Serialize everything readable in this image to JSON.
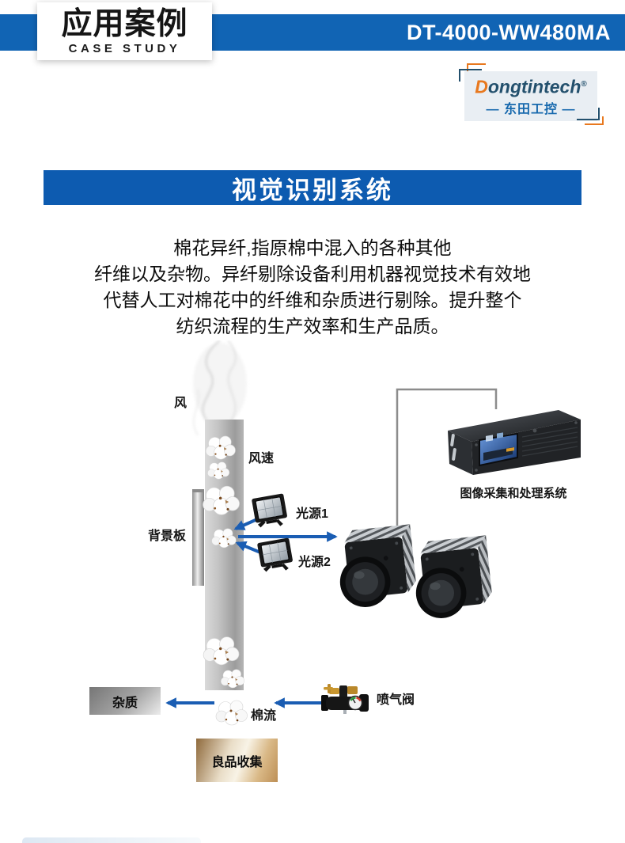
{
  "header": {
    "badge_title": "应用案例",
    "badge_subtitle": "CASE STUDY",
    "model": "DT-4000-WW480MA"
  },
  "logo": {
    "brand_initial": "D",
    "brand_rest": "ongtintech",
    "registered": "®",
    "brand_cn": "— 东田工控 —"
  },
  "section": {
    "title": "视觉识别系统"
  },
  "description": {
    "lines": [
      "棉花异纤,指原棉中混入的各种其他",
      "纤维以及杂物。异纤剔除设备利用机器视觉技术有效地",
      "代替人工对棉花中的纤维和杂质进行剔除。提升整个",
      "纺织流程的生产效率和生产品质。"
    ]
  },
  "diagram": {
    "labels": {
      "wind": "风",
      "wind_speed": "风速",
      "background_board": "背景板",
      "light_source_1": "光源1",
      "light_source_2": "光源2",
      "processing_system": "图像采集和处理系统",
      "impurities": "杂质",
      "cotton_flow": "棉流",
      "jet_valve": "喷气阀",
      "good_product_collection": "良品收集"
    },
    "icons": {
      "smoke": "smoke-wisp",
      "cotton": "cotton-ball",
      "floodlight": "led-floodlight",
      "camera": "industrial-camera",
      "server": "rack-ipc-server",
      "valve": "pneumatic-jet-valve"
    }
  },
  "colors": {
    "header_blue": "#1164b4",
    "title_bar_blue": "#0d5bb0",
    "arrow_blue": "#1a5db3",
    "connector_gray": "#8c8c8c",
    "logo_orange": "#e8781e",
    "logo_navy": "#23506d",
    "logo_cn_blue": "#1668ad",
    "impurity_box_gray": "#8a8a8a",
    "collection_box_bronze": "#bd8f55"
  }
}
